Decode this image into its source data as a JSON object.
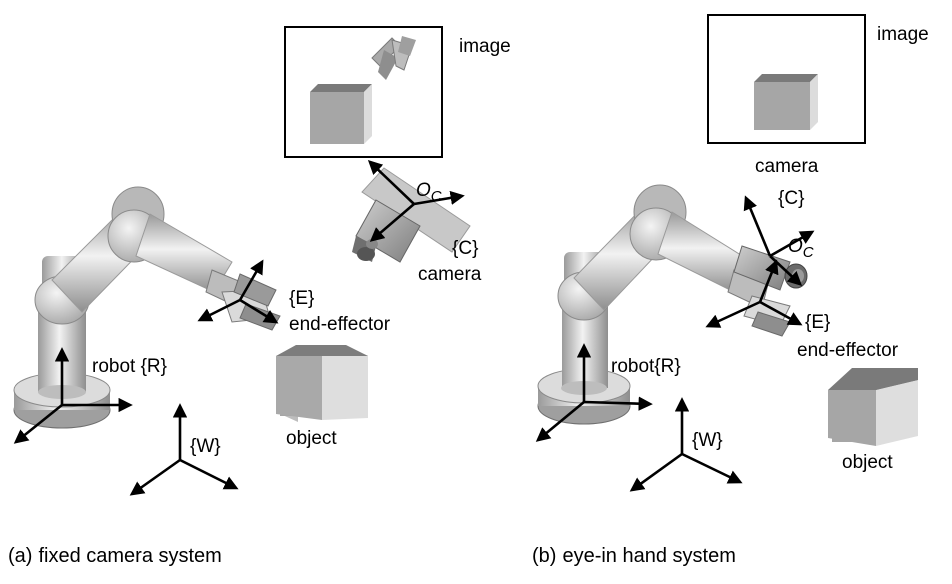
{
  "panel_a": {
    "caption_tag": "(a)",
    "caption": "fixed camera system",
    "image_label": "image",
    "camera_frame": "{C}",
    "camera_label": "camera",
    "origin_label": "O",
    "origin_sub": "C",
    "endeffector_frame": "{E}",
    "endeffector_label": "end-effector",
    "robot_label": "robot {R}",
    "world_label": "{W}",
    "object_label": "object"
  },
  "panel_b": {
    "caption_tag": "(b)",
    "caption": "eye-in hand system",
    "image_label": "image",
    "camera_label": "camera",
    "camera_frame": "{C}",
    "origin_label": "O",
    "origin_sub": "C",
    "endeffector_frame": "{E}",
    "endeffector_label": "end-effector",
    "robot_label": "robot{R}",
    "world_label": "{W}",
    "object_label": "object"
  },
  "colors": {
    "robot_light": "#e6e6e6",
    "robot_mid": "#bdbdbd",
    "robot_dark": "#8c8c8c",
    "cube_front": "#a6a6a6",
    "cube_top": "#7a7a7a",
    "cube_side": "#dedede"
  }
}
